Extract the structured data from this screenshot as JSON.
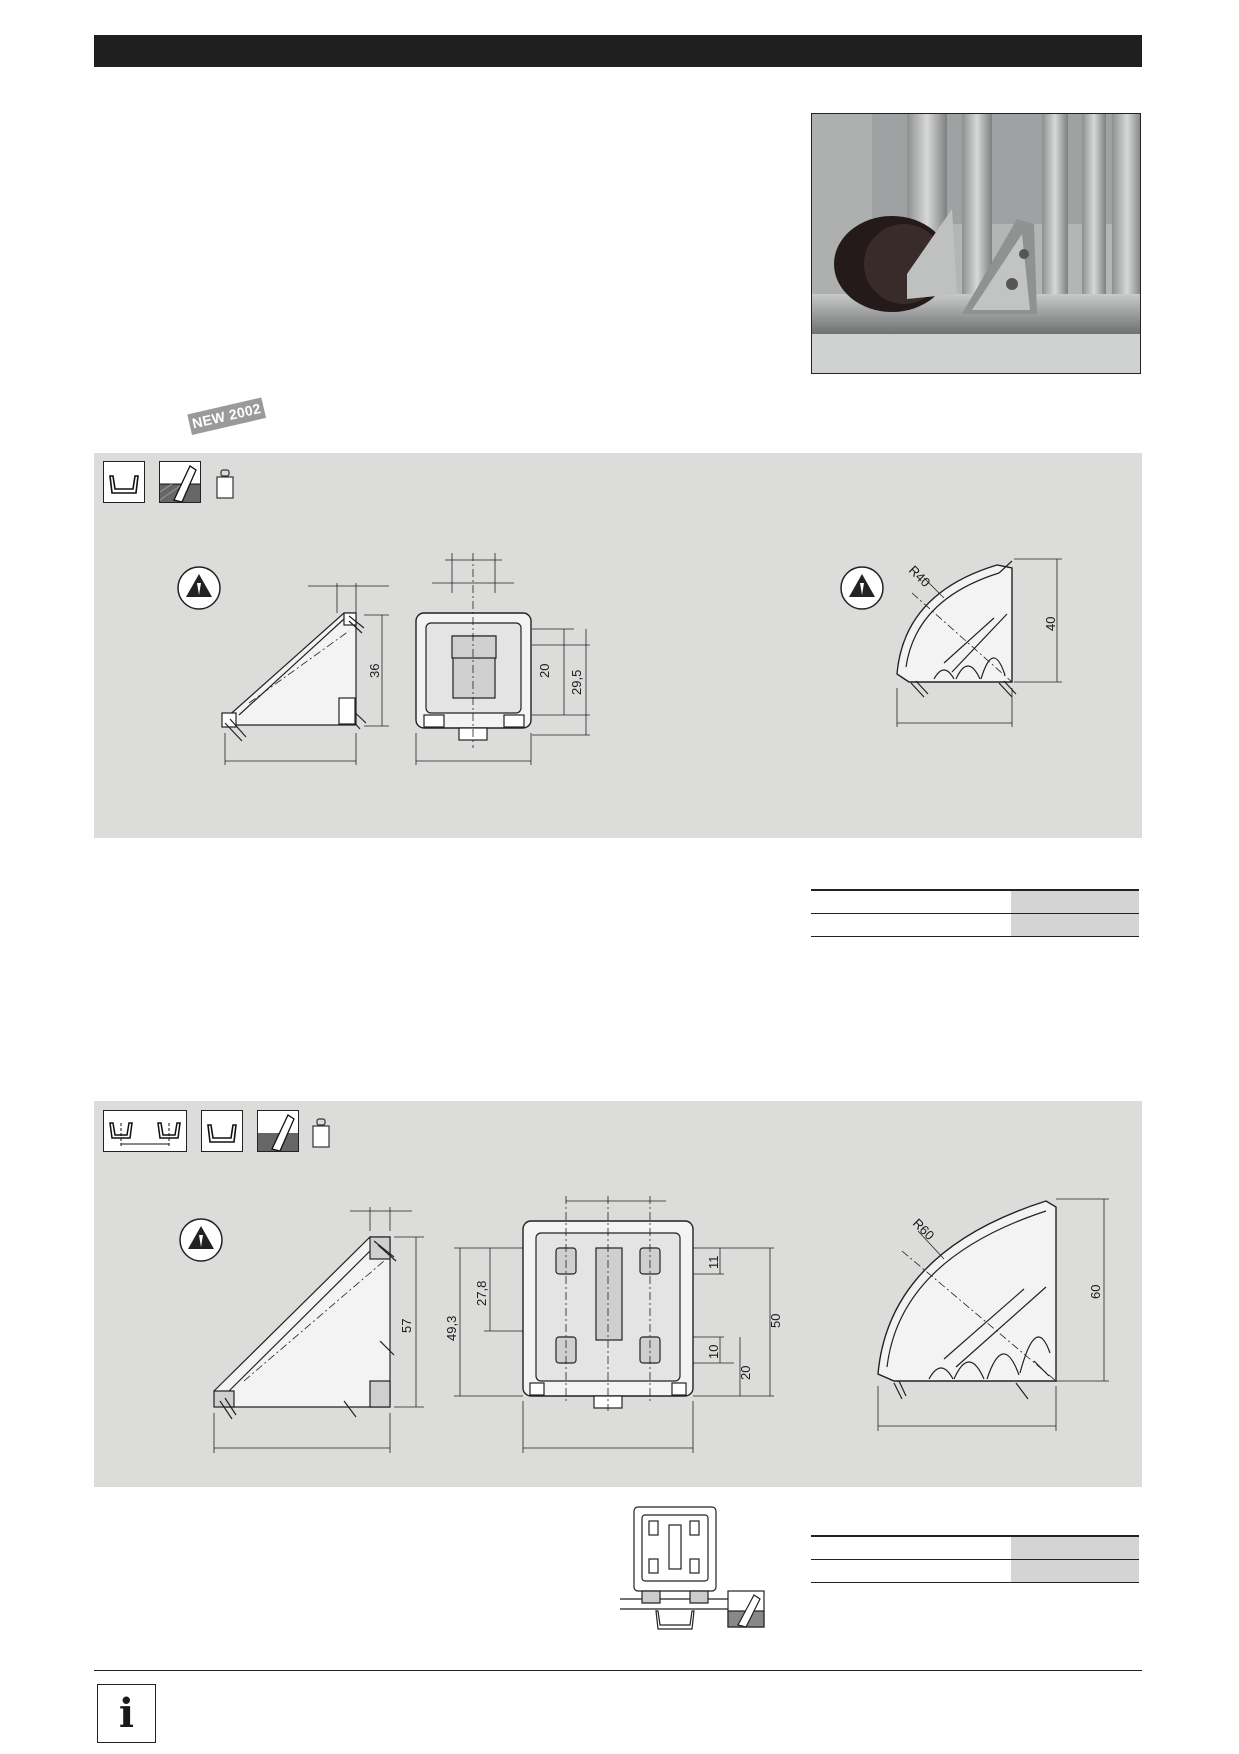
{
  "badge": {
    "label": "NEW 2002"
  },
  "footer": {
    "info_icon_glyph": "i"
  },
  "icons": {
    "profile_groove": "profile-groove-icon",
    "fastening": "fastening-section-icon",
    "weight": "weight-icon",
    "esd": "esd-safe-icon",
    "double_groove": "double-groove-spacing-icon",
    "info": "info-icon"
  },
  "section1": {
    "dims": {
      "height_36": "36",
      "height_20": "20",
      "height_29_5": "29,5",
      "radius": "R40",
      "height_40": "40"
    }
  },
  "section2": {
    "dims": {
      "height_57": "57",
      "height_49_3": "49,3",
      "height_27_8": "27,8",
      "height_11": "11",
      "height_10": "10",
      "height_20": "20",
      "height_50": "50",
      "radius": "R60",
      "height_60": "60"
    }
  },
  "colors": {
    "panel": "#dcdcdb",
    "topbar": "#1f1f1f",
    "badge": "#9a9a9a"
  }
}
